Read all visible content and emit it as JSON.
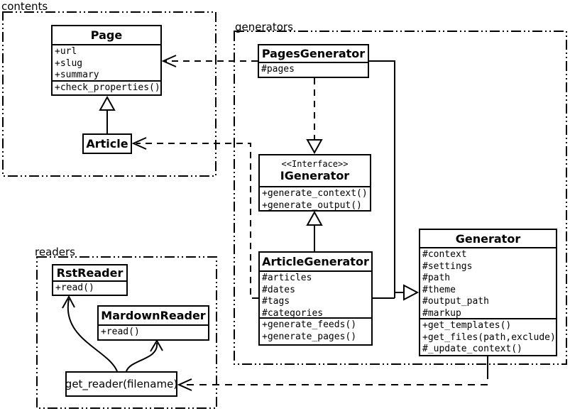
{
  "diagram": {
    "title": "uml-class-diagram",
    "colors": {
      "line": "#000000",
      "background": "#ffffff",
      "box_fill": "#ffffff"
    },
    "packages": [
      {
        "label": "contents"
      },
      {
        "label": "generators"
      },
      {
        "label": "readers"
      }
    ],
    "classes": {
      "page": {
        "title": "Page",
        "attributes": [
          "+url",
          "+slug",
          "+summary"
        ],
        "methods": [
          "+check_properties()"
        ]
      },
      "article": {
        "title": "Article"
      },
      "pages_generator": {
        "title": "PagesGenerator",
        "attributes": [
          "#pages"
        ]
      },
      "igenerator": {
        "stereotype": "<<Interface>>",
        "title": "IGenerator",
        "methods": [
          "+generate_context()",
          "+generate_output()"
        ]
      },
      "article_generator": {
        "title": "ArticleGenerator",
        "attributes": [
          "#articles",
          "#dates",
          "#tags",
          "#categories"
        ],
        "methods": [
          "+generate_feeds()",
          "+generate_pages()"
        ]
      },
      "generator": {
        "title": "Generator",
        "attributes": [
          "#context",
          "#settings",
          "#path",
          "#theme",
          "#output_path",
          "#markup"
        ],
        "methods": [
          "+get_templates()",
          "+get_files(path,exclude)",
          "#_update_context()"
        ]
      },
      "rst_reader": {
        "title": "RstReader",
        "methods": [
          "+read()"
        ]
      },
      "mardown_reader": {
        "title": "MardownReader",
        "methods": [
          "+read()"
        ]
      },
      "get_reader": {
        "title": "get_reader(filename)"
      }
    }
  }
}
